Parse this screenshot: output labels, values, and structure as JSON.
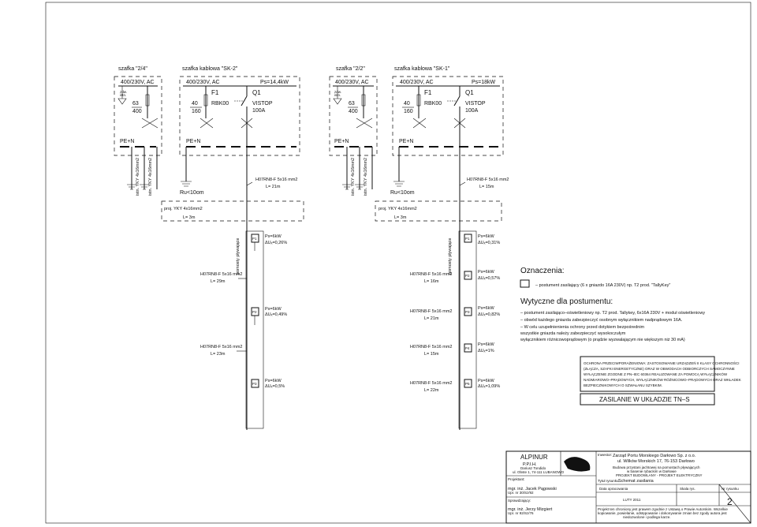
{
  "cabinets": [
    {
      "name": "szafka \"2/4\"",
      "supply": "400/230V, AC"
    },
    {
      "name": "szafka \"2/2\"",
      "supply": "400/230V, AC"
    }
  ],
  "cable_cabinets": [
    {
      "name": "szafka kablowa \"SK-2\"",
      "supply": "400/230V, AC",
      "power": "Ps=14,4kW",
      "cable": "H07RN8-F 5x16 mm2",
      "length": "L= 21m"
    },
    {
      "name": "szafka kablowa \"SK-1\"",
      "supply": "400/230V, AC",
      "power": "Ps=18kW",
      "cable": "H07RN8-F 5x16 mm2",
      "length": "L= 15m"
    }
  ],
  "common": {
    "lot": "zdw.",
    "lot2": "istn.",
    "fuse_a": "63",
    "fuse_b": "400",
    "f1": "F1",
    "f1_a": "40",
    "f1_b": "160",
    "f1_type": "RBK00",
    "q1": "Q1",
    "q1_type": "VISTOP",
    "q1_rating": "100A",
    "pen": "PE+N",
    "earth": "Ru<10om",
    "ex_cable": "istn. YKY 4x16mm2",
    "proj_cable": "proj. YKY 4x16mm2",
    "proj_len": "L= 3m",
    "pomost": "pomosty pływające"
  },
  "posts_left": [
    {
      "id": "P1",
      "ps": "Ps=6kW",
      "du": "ΔUₓ=0,26%",
      "cable": "H07RN8-F 5x16 mm2",
      "length": "L= 29m"
    },
    {
      "id": "P2",
      "ps": "Ps=6kW",
      "du": "ΔUₓ=0,49%",
      "cable": "H07RN8-F 5x16 mm2",
      "length": "L= 23m"
    },
    {
      "id": "P3",
      "ps": "Ps=6kW",
      "du": "ΔUₓ=0,5%",
      "cable": "",
      "length": ""
    }
  ],
  "posts_right": [
    {
      "id": "P1",
      "ps": "Ps=6kW",
      "du": "ΔUₓ=0,31%",
      "cable": "",
      "length": ""
    },
    {
      "id": "P2",
      "ps": "Ps=6kW",
      "du": "ΔUₓ=0,57%",
      "cable": "H07RN8-F 5x16 mm2",
      "length": "L= 16m"
    },
    {
      "id": "P3",
      "ps": "Ps=6kW",
      "du": "ΔUₓ=0,82%",
      "cable": "H07RN8-F 5x16 mm2",
      "length": "L= 21m"
    },
    {
      "id": "P4",
      "ps": "Ps=6kW",
      "du": "ΔUₓ=1%",
      "cable": "H07RN8-F 5x16 mm2",
      "length": "L= 15m"
    },
    {
      "id": "P5",
      "ps": "Ps=6kW",
      "du": "ΔUₓ=1,09%",
      "cable": "H07RN8-F 5x16 mm2",
      "length": "L= 22m"
    }
  ],
  "legend": {
    "title": "Oznaczenia:",
    "item": "– postument zasilający  (6 x gniazdo 16A 230V)  np. T2 prod. \"TallyKey\""
  },
  "guidelines": {
    "title": "Wytyczne dla postumentu:",
    "lines": [
      "– postument zasilająco–oświetleniowy np. T2 prod. Tallykey, 6x16A 230V + moduł oświetleniowy",
      "– obwód każdego gniazda zabezpieczyć osobnym wyłącznikiem nadprądowym 16A.",
      "– W celu uzupełnienienia ochrony przed dotykiem bezpośrednim",
      "wszystkie gniazda należy zabezpieczyć wysokoczułym",
      "wyłącznikiem różnicowoprądowym (o prądzie wyzwalającym nie większym niż 30 mA)"
    ]
  },
  "protection": [
    "OCHRONA PRZECIWPORAŻENIOWA: ZASTOSOWANIE URZĄDZEŃ II KLASY OCHRONNOŚCI",
    "(ZŁĄCZA, SZAFKI ENERGETYCZNE) ORAZ W OBWODACH ODBIORCZYCH SAMOCZYNNE",
    "WYŁĄCZENIE ZGODNE Z PN–IEC 60364 REALIZOWANE ZA POMOCĄ WYŁĄCZNIKÓW",
    "NADMIAROWO–PRĄDOWYCH, WYŁĄCZNIKÓW RÓŻNICOWO–PRĄDOWYCH ORAZ WKŁADEK",
    "BEZPIECZNIKOWYCH O SZWAŁANU SZYBKIM."
  ],
  "system": "ZASILANIE W UKŁADZIE TN–S",
  "title_block": {
    "company": "ALPINUR",
    "company2": "P.P.I.H.",
    "person": "Dariusz Tondido",
    "address": "ul. Obste 1, 74-111 LUBANOWO",
    "designer_label": "Projektant:",
    "designer": "mgr. inż. Jacek Pągowski",
    "designer_perm": "Upr. nr 30/Sz/92",
    "checker_label": "Sprawdzający:",
    "checker": "mgr. inż. Jerzy Mizgiert",
    "checker_perm": "Upr. nr 92/Sz/76",
    "investor_label": "Inwestor:",
    "investor": "Zarząd Portu Morskiego Darłowo Sp. z o.o.",
    "investor_addr": "ul. Wilków Morskich 17, 76-153 Darłowo",
    "project1": "Budowa przystani jachtowej na pomostach pływających",
    "project2": "w basenie rybackim w Darłowie",
    "project3": "PROJEKT BUDOWLANY - PROJEKT ELEKTRYCZNY",
    "drawing_label": "Tytuł rysunku:",
    "drawing": "Schemat zasilania",
    "date_label": "Data opracowania",
    "scale_label": "Skala rys.",
    "no_label": "Nr rysunku",
    "date": "LUTY 2011",
    "number": "2",
    "copyright1": "Projekt ten chroniony jest prawem zgodnie z Ustawą o Prawie Autorskim. Wszelkie",
    "copyright2": "kopiowanie, powielanie, odstępowanie i dokonywanie zmian bez zgody autora jest",
    "copyright3": "niedozwolone i podlega karze."
  }
}
